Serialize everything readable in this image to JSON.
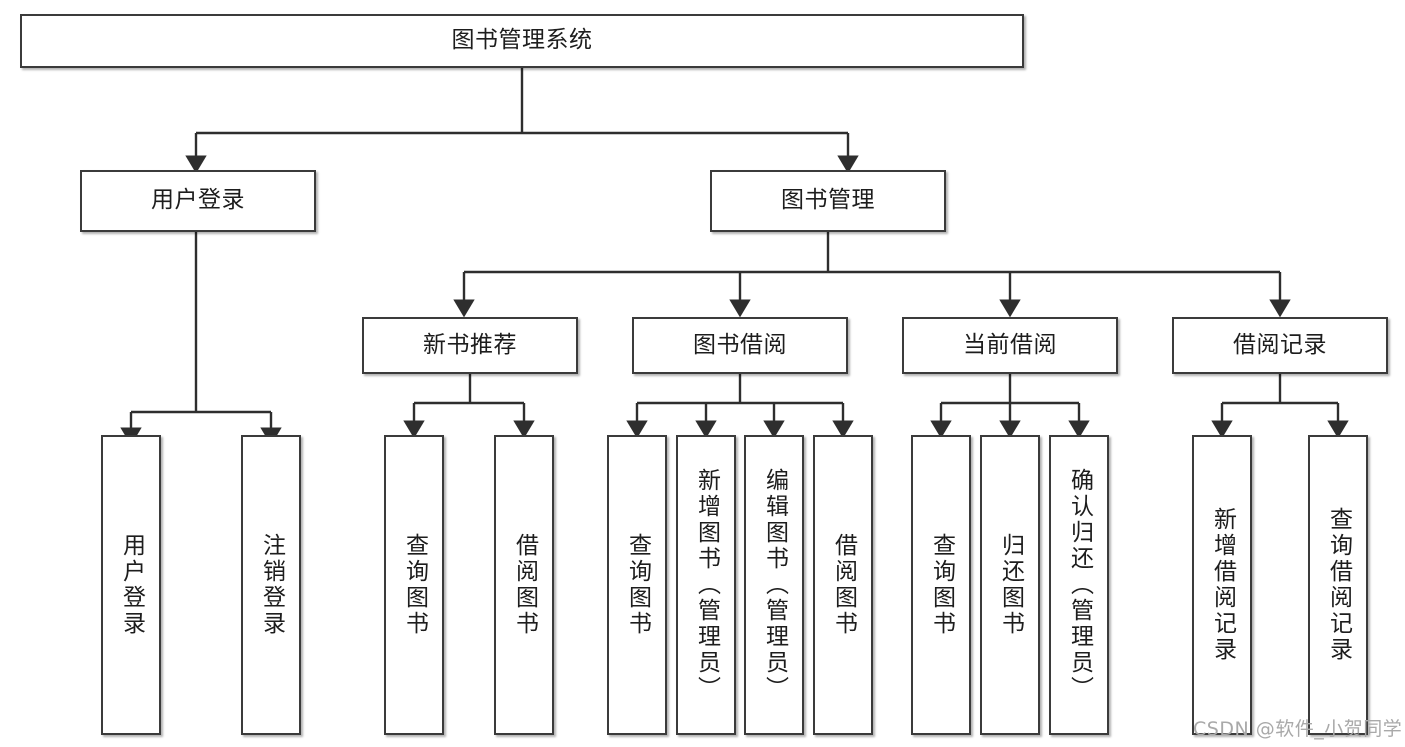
{
  "diagram": {
    "title": "图书管理系统",
    "type": "tree-hierarchy-diagram",
    "root": {
      "label": "图书管理系统"
    },
    "level2": [
      {
        "label": "用户登录"
      },
      {
        "label": "图书管理"
      }
    ],
    "level3": [
      {
        "label": "新书推荐"
      },
      {
        "label": "图书借阅"
      },
      {
        "label": "当前借阅"
      },
      {
        "label": "借阅记录"
      }
    ],
    "leaves": {
      "user_login": [
        {
          "label": "用户登录"
        },
        {
          "label": "注销登录"
        }
      ],
      "new_book_recommend": [
        {
          "label": "查询图书"
        },
        {
          "label": "借阅图书"
        }
      ],
      "book_borrow": [
        {
          "label": "查询图书"
        },
        {
          "label": "新增图书（管理员）"
        },
        {
          "label": "编辑图书（管理员）"
        },
        {
          "label": "借阅图书"
        }
      ],
      "current_borrow": [
        {
          "label": "查询图书"
        },
        {
          "label": "归还图书"
        },
        {
          "label": "确认归还（管理员）"
        }
      ],
      "borrow_record": [
        {
          "label": "新增借阅记录"
        },
        {
          "label": "查询借阅记录"
        }
      ]
    }
  },
  "watermark": {
    "text": "CSDN @软件_小贺同学"
  },
  "colors": {
    "stroke": "#3b3b3b",
    "text": "#1d1d1d",
    "background": "#ffffff",
    "watermark": "#a9a9a9"
  }
}
